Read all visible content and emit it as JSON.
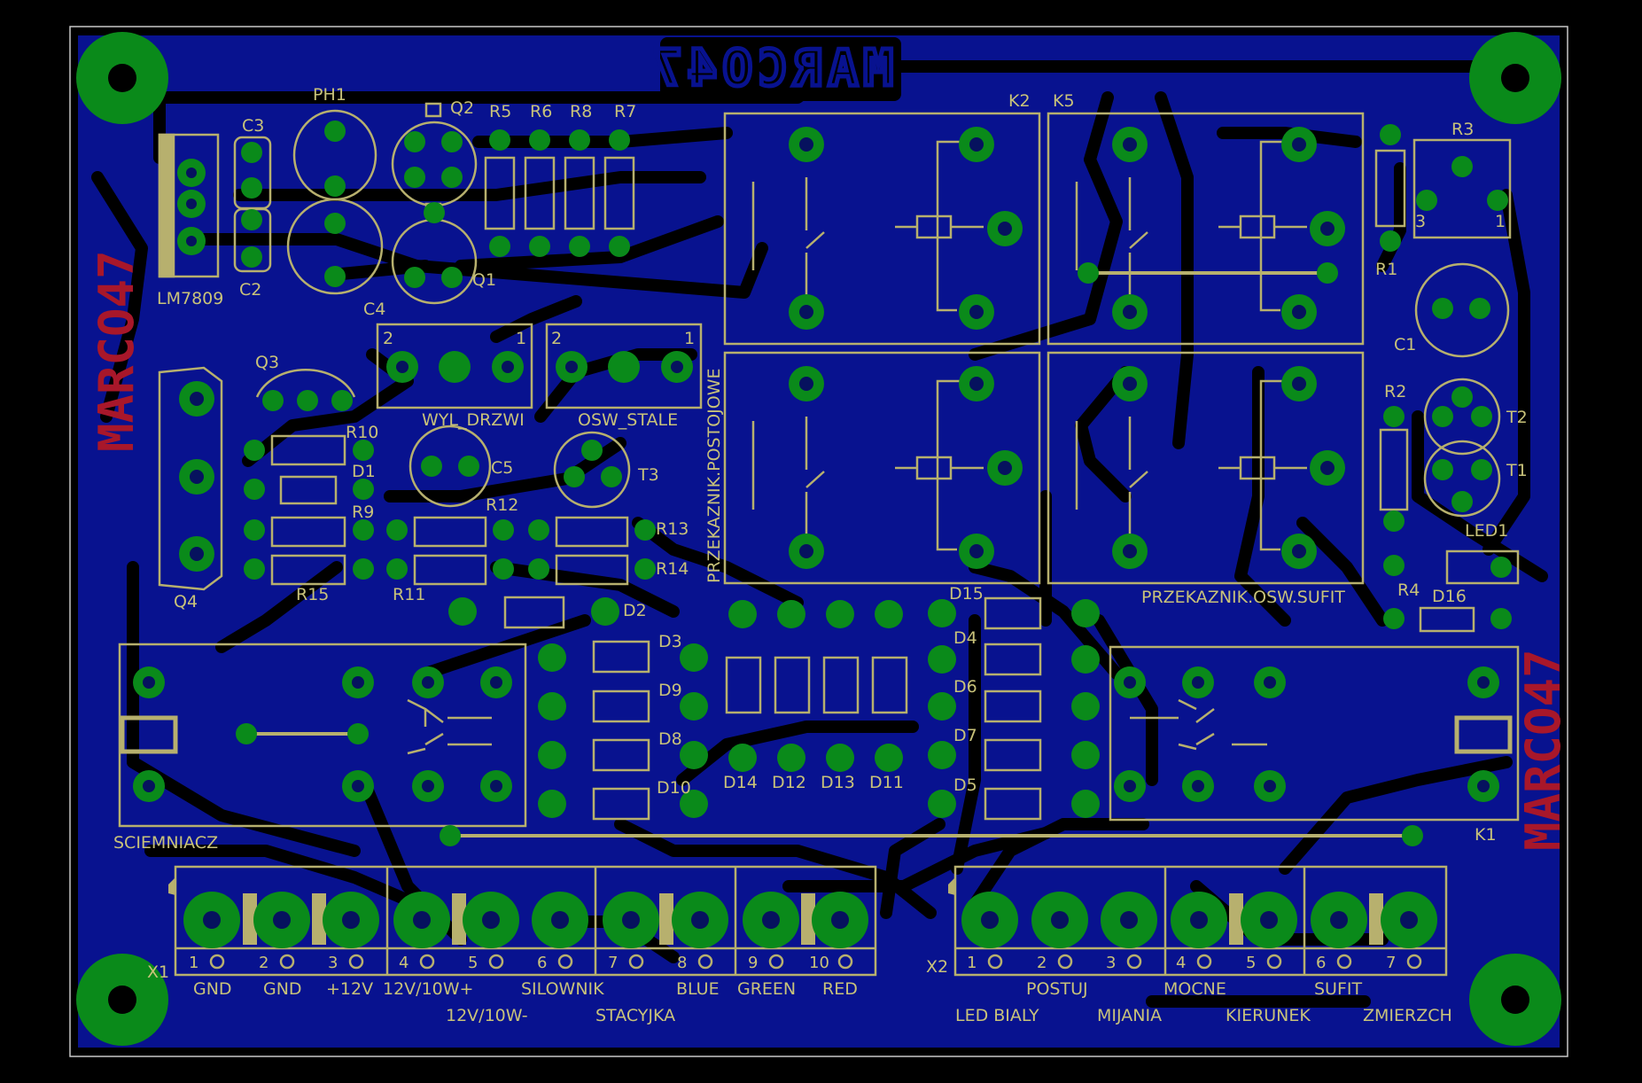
{
  "board": {
    "title_mirrored": "MARCO47",
    "side_mark_left": "MARCO47",
    "side_mark_right": "MARCO47",
    "colors": {
      "background": "#000000",
      "copper": "#08128f",
      "trace": "#000000",
      "pad": "#0a8a1a",
      "silk": "#c8c27a",
      "mark": "#a8172a"
    }
  },
  "components": {
    "ph1": "PH1",
    "q2": "Q2",
    "r5": "R5",
    "r6": "R6",
    "r8": "R8",
    "r7": "R7",
    "c3": "C3",
    "c2": "C2",
    "lm7809": "LM7809",
    "c4": "C4",
    "q1": "Q1",
    "k2": "K2",
    "k5": "K5",
    "r3": "R3",
    "r1": "R1",
    "c1": "C1",
    "q3": "Q3",
    "r10": "R10",
    "d1": "D1",
    "r9": "R9",
    "q4": "Q4",
    "r15": "R15",
    "r11": "R11",
    "r12": "R12",
    "r13": "R13",
    "r14": "R14",
    "c5": "C5",
    "t3": "T3",
    "r2": "R2",
    "t2": "T2",
    "t1": "T1",
    "led1": "LED1",
    "r4": "R4",
    "d16": "D16",
    "d2": "D2",
    "d15": "D15",
    "d3": "D3",
    "d9": "D9",
    "d8": "D8",
    "d10": "D10",
    "d4": "D4",
    "d6": "D6",
    "d7": "D7",
    "d5": "D5",
    "d14": "D14",
    "d12": "D12",
    "d13": "D13",
    "d11": "D11",
    "k1": "K1",
    "x1": "X1",
    "x2": "X2"
  },
  "switches": {
    "wyl_drzwi": "WYL_DRZWI",
    "osw_stale": "OSW_STALE",
    "pin1": "1",
    "pin2": "2"
  },
  "relays": {
    "postojowe": "PRZEKAZNIK.POSTOJOWE",
    "osw_sufit": "PRZEKAZNIK.OSW.SUFIT",
    "sciemniacz": "SCIEMNIACZ"
  },
  "r3_pins": {
    "p3": "3",
    "p1": "1"
  },
  "x1": {
    "pins": [
      "1",
      "2",
      "3",
      "4",
      "5",
      "6",
      "7",
      "8",
      "9",
      "10"
    ],
    "labels_top": [
      "GND",
      "GND",
      "+12V",
      "12V/10W+",
      "SILOWNIK",
      "BLUE",
      "GREEN",
      "RED"
    ],
    "labels_bottom": [
      "12V/10W-",
      "STACYJKA"
    ]
  },
  "x2": {
    "pins": [
      "1",
      "2",
      "3",
      "4",
      "5",
      "6",
      "7"
    ],
    "labels_top": [
      "POSTUJ",
      "MOCNE",
      "SUFIT"
    ],
    "labels_bottom": [
      "LED BIALY",
      "MIJANIA",
      "KIERUNEK",
      "ZMIERZCH"
    ]
  }
}
